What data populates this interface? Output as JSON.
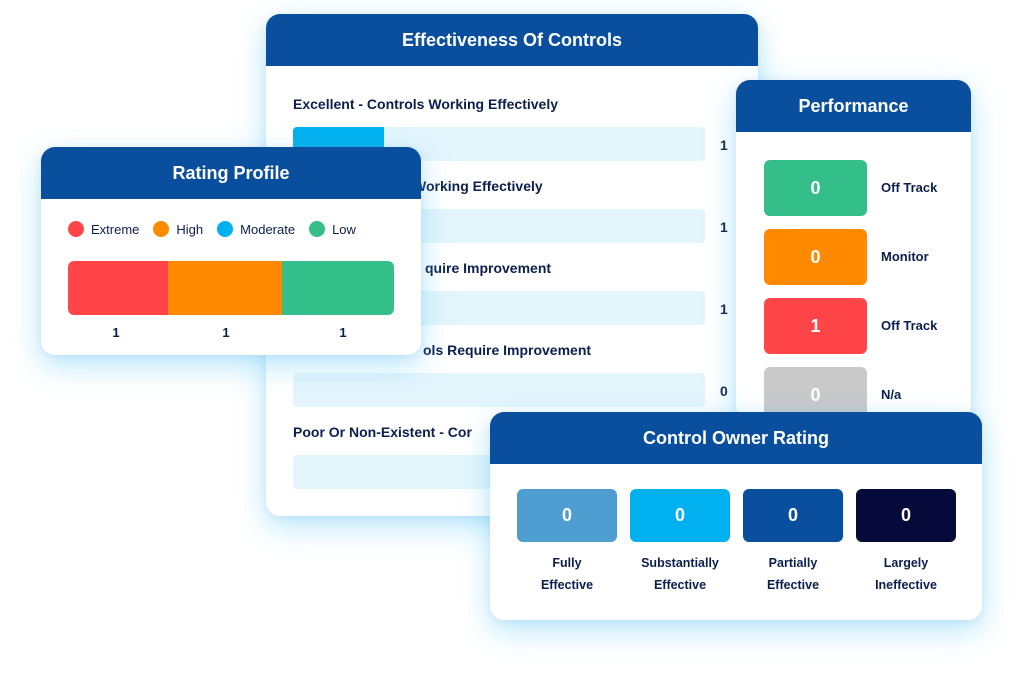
{
  "effectiveness": {
    "title": "Effectiveness Of Controls",
    "items": [
      {
        "label": "Excellent - Controls Working Effectively",
        "count": "1",
        "fill_fraction": 0.22,
        "color": "#00b0ef"
      },
      {
        "label": "Working Effectively",
        "count": "1",
        "fill_fraction": 0
      },
      {
        "label": "quire Improvement",
        "count": "1",
        "fill_fraction": 0
      },
      {
        "label": "ols Require Improvement",
        "count": "0",
        "fill_fraction": 0
      },
      {
        "label": "Poor Or Non-Existent - Cor",
        "count": "",
        "fill_fraction": 0
      }
    ]
  },
  "rating_profile": {
    "title": "Rating Profile",
    "legend": [
      {
        "label": "Extreme",
        "color": "#ff4548"
      },
      {
        "label": "High",
        "color": "#ff8a00"
      },
      {
        "label": "Moderate",
        "color": "#00b0ef"
      },
      {
        "label": "Low",
        "color": "#34bf8a"
      }
    ],
    "segments": [
      {
        "value": 1,
        "color": "#ff4548"
      },
      {
        "value": 1,
        "color": "#ff8a00"
      },
      {
        "value": 1,
        "color": "#34bf8a"
      }
    ],
    "counts": [
      "1",
      "1",
      "1"
    ]
  },
  "performance": {
    "title": "Performance",
    "rows": [
      {
        "value": "0",
        "label": "Off Track",
        "color": "#34bf8a"
      },
      {
        "value": "0",
        "label": "Monitor",
        "color": "#ff8a00"
      },
      {
        "value": "1",
        "label": "Off Track",
        "color": "#ff4548"
      },
      {
        "value": "0",
        "label": "N/a",
        "color": "#c9c9c9"
      }
    ]
  },
  "control_owner": {
    "title": "Control Owner Rating",
    "items": [
      {
        "value": "0",
        "line1": "Fully",
        "line2": "Effective",
        "color": "#4e9ed2"
      },
      {
        "value": "0",
        "line1": "Substantially",
        "line2": "Effective",
        "color": "#00b0ef"
      },
      {
        "value": "0",
        "line1": "Partially",
        "line2": "Effective",
        "color": "#0a4f9e"
      },
      {
        "value": "0",
        "line1": "Largely",
        "line2": "Ineffective",
        "color": "#050a3a"
      }
    ]
  }
}
